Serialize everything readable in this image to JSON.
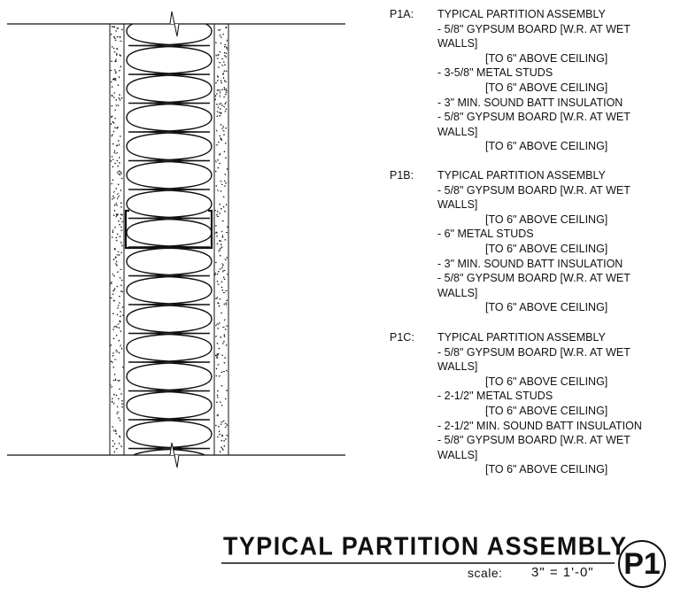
{
  "assemblies": [
    {
      "id": "P1A:",
      "lines": [
        {
          "text": "TYPICAL PARTITION ASSEMBLY",
          "indent": false
        },
        {
          "text": "- 5/8\" GYPSUM BOARD [W.R. AT WET",
          "indent": false
        },
        {
          "text": "WALLS]",
          "indent": false
        },
        {
          "text": "[TO 6\" ABOVE CEILING]",
          "indent": true
        },
        {
          "text": "- 3-5/8\" METAL STUDS",
          "indent": false
        },
        {
          "text": "[TO 6\" ABOVE CEILING]",
          "indent": true
        },
        {
          "text": "- 3\" MIN. SOUND BATT INSULATION",
          "indent": false
        },
        {
          "text": "- 5/8\" GYPSUM BOARD [W.R. AT WET",
          "indent": false
        },
        {
          "text": "WALLS]",
          "indent": false
        },
        {
          "text": "[TO 6\" ABOVE CEILING]",
          "indent": true
        }
      ]
    },
    {
      "id": "P1B:",
      "lines": [
        {
          "text": "TYPICAL PARTITION ASSEMBLY",
          "indent": false
        },
        {
          "text": "- 5/8\" GYPSUM BOARD [W.R. AT WET",
          "indent": false
        },
        {
          "text": "WALLS]",
          "indent": false
        },
        {
          "text": "[TO 6\" ABOVE CEILING]",
          "indent": true
        },
        {
          "text": "- 6\" METAL STUDS",
          "indent": false
        },
        {
          "text": "[TO 6\" ABOVE CEILING]",
          "indent": true
        },
        {
          "text": "- 3\" MIN. SOUND BATT INSULATION",
          "indent": false
        },
        {
          "text": "- 5/8\" GYPSUM BOARD [W.R. AT WET",
          "indent": false
        },
        {
          "text": "WALLS]",
          "indent": false
        },
        {
          "text": "[TO 6\" ABOVE CEILING]",
          "indent": true
        }
      ]
    },
    {
      "id": "P1C:",
      "lines": [
        {
          "text": "TYPICAL PARTITION ASSEMBLY",
          "indent": false
        },
        {
          "text": "- 5/8\" GYPSUM BOARD [W.R. AT WET",
          "indent": false
        },
        {
          "text": "WALLS]",
          "indent": false
        },
        {
          "text": "[TO 6\" ABOVE CEILING]",
          "indent": true
        },
        {
          "text": "- 2-1/2\" METAL STUDS",
          "indent": false
        },
        {
          "text": "[TO 6\" ABOVE CEILING]",
          "indent": true
        },
        {
          "text": "- 2-1/2\" MIN. SOUND BATT INSULATION",
          "indent": false
        },
        {
          "text": "- 5/8\" GYPSUM BOARD [W.R. AT WET",
          "indent": false
        },
        {
          "text": "WALLS]",
          "indent": false
        },
        {
          "text": "[TO 6\" ABOVE CEILING]",
          "indent": true
        }
      ]
    }
  ],
  "title_block": {
    "title": "TYPICAL PARTITION ASSEMBLY",
    "scale_label": "scale:",
    "scale_value": "3\" = 1'-0\"",
    "detail_id": "P1"
  }
}
